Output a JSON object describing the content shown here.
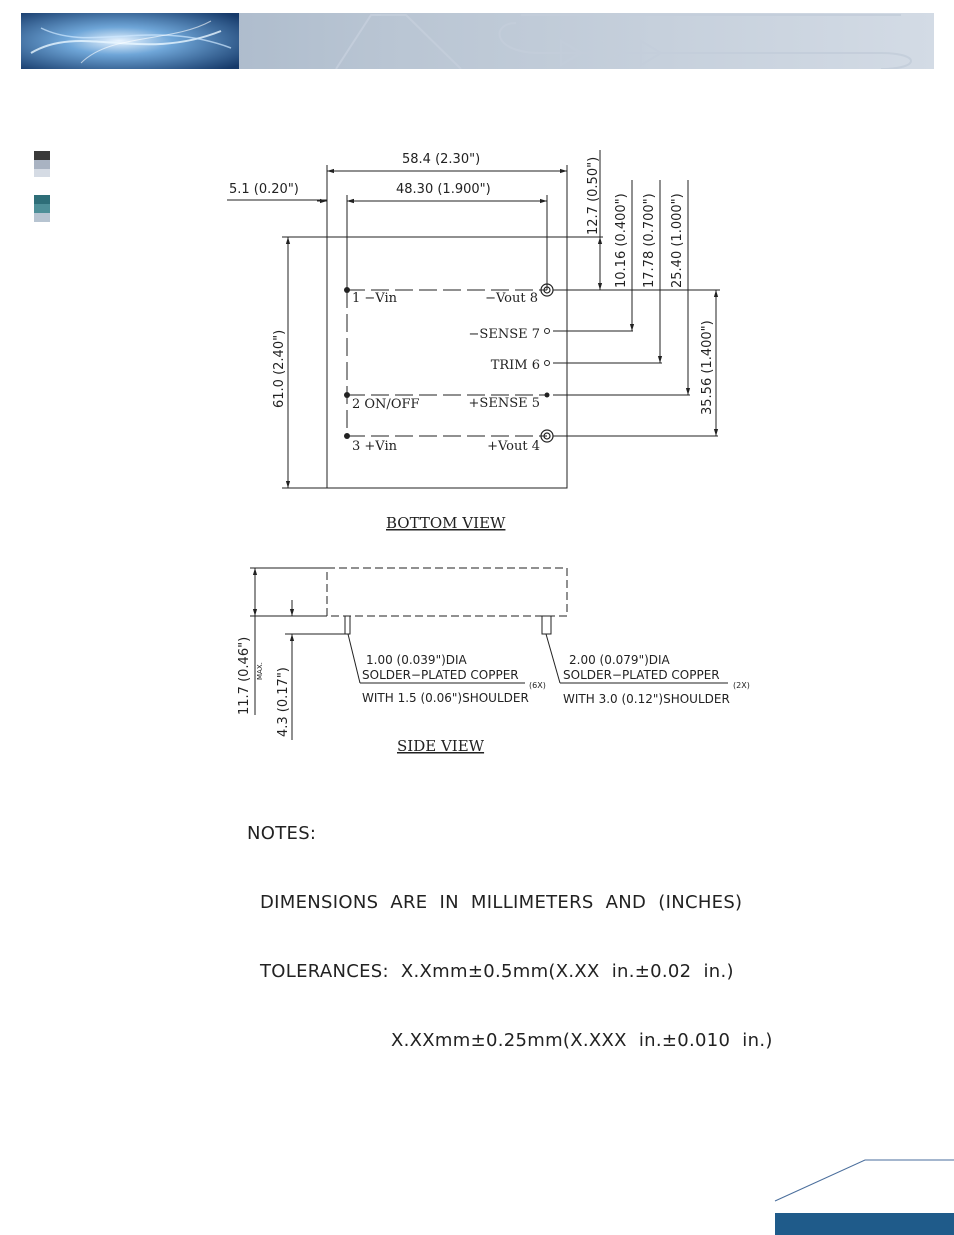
{
  "bottom_view": {
    "title": "BOTTOM VIEW",
    "dims": {
      "overall_width": "58.4 (2.30\")",
      "pin_span": "48.30 (1.900\")",
      "left_offset": "5.1 (0.20\")",
      "height": "61.0 (2.40\")",
      "pin8_top": "12.7 (0.50\")",
      "pin7": "10.16 (0.400\")",
      "pin6": "17.78 (0.700\")",
      "pin5": "25.40 (1.000\")",
      "pin4": "35.56 (1.400\")"
    },
    "pins": {
      "p1": "1  −Vin",
      "p2": "2  ON/OFF",
      "p3": "3  +Vin",
      "p8": "−Vout  8",
      "p7": "−SENSE  7",
      "p6": "TRIM  6",
      "p5": "+SENSE  5",
      "p4": "+Vout  4"
    }
  },
  "side_view": {
    "title": "SIDE VIEW",
    "height": "11.7 (0.46\")",
    "max_label": "MAX.",
    "pin_height": "4.3 (0.17\")",
    "small_pin": {
      "line1": "1.00  (0.039\")DIA",
      "line2": "SOLDER−PLATED  COPPER",
      "qty": "(6X)",
      "line3": "WITH  1.5  (0.06\")SHOULDER"
    },
    "large_pin": {
      "line1": "2.00  (0.079\")DIA",
      "line2": "SOLDER−PLATED  COPPER",
      "qty": "(2X)",
      "line3": "WITH  3.0  (0.12\")SHOULDER"
    }
  },
  "notes": {
    "heading": "NOTES:",
    "line1": "DIMENSIONS  ARE  IN  MILLIMETERS  AND  (INCHES)",
    "line2": "TOLERANCES:  X.Xmm±0.5mm(X.XX  in.±0.02  in.)",
    "line3": "X.XXmm±0.25mm(X.XXX  in.±0.010  in.)"
  },
  "colors": {
    "banner_blue": "#4a6e9c",
    "footer_blue": "#1f5b8a",
    "marker_dark": "#3a3a3a",
    "marker_teal": "#2e6e78"
  }
}
